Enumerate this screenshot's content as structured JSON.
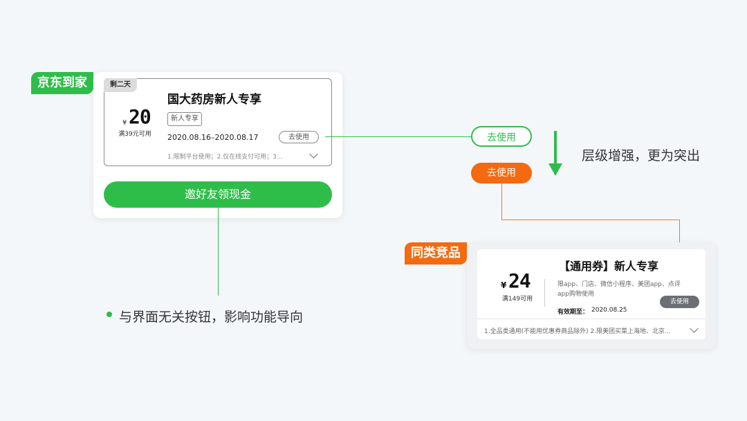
{
  "jd": {
    "tag": "京东到家",
    "days_left": "剩二天",
    "currency": "¥",
    "amount": "20",
    "condition": "满39元可用",
    "title": "国大药房新人专享",
    "badge": "新人专享",
    "date_range": "2020.08.16–2020.08.17",
    "use_button": "去使用",
    "rules": "1.限制平台使用；2.仅在线支付可用；3...",
    "invite_button": "邀好友领现金"
  },
  "annotations": {
    "outline_button": "去使用",
    "filled_button": "去使用",
    "emphasis_text": "层级增强，更为突出",
    "note_text": "与界面无关按钮，影响功能导向"
  },
  "competitor": {
    "tag": "同类竞品",
    "title": "【通用券】新人专享",
    "currency": "¥",
    "amount": "24",
    "condition": "满149可用",
    "description": "限app、门店、微信小程序、美团app、点评app购物使用",
    "valid_label": "有效期至：",
    "valid_date": "2020.08.25",
    "use_button": "去使用",
    "rules": "1.全品类通用(不能用优惠券商品除外) 2.限美团买菜上海地、北京..."
  },
  "colors": {
    "green": "#2fbd4a",
    "orange": "#f36a10",
    "background": "#f4f7fa"
  },
  "icons": [
    "chevron-down-icon",
    "arrow-down-icon",
    "bullet-dot-icon"
  ]
}
